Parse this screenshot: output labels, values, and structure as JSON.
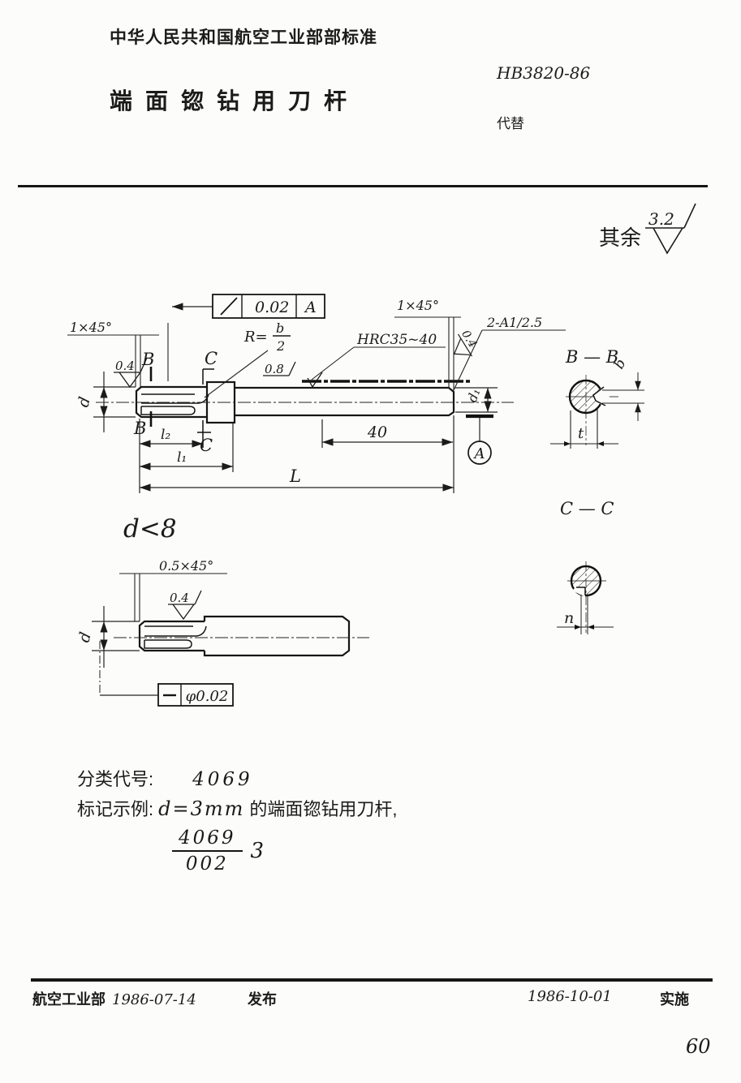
{
  "header": {
    "standard_name": "中华人民共和国航空工业部部标准",
    "standard_number": "HB3820-86",
    "title": "端面锪钻用刀杆",
    "replaces_label": "代替"
  },
  "surface_note": {
    "prefix": "其余",
    "value": "3.2"
  },
  "drawing": {
    "tolerance_frame_top": {
      "symbol": "/",
      "value": "0.02",
      "datum": "A"
    },
    "labels": {
      "chamfer_left": "1×45°",
      "roughness_left": "0.4",
      "section_b": "B",
      "section_c": "C",
      "radius_prefix": "R=",
      "radius_num": "b",
      "radius_den": "2",
      "roughness_shank": "0.8",
      "hardness": "HRC35~40",
      "chamfer_right": "1×45°",
      "roughness_right": "0.4",
      "center_holes": "2-A1/2.5",
      "dim_d": "d",
      "dim_d1": "d₁",
      "dim_l2": "l₂",
      "dim_l1": "l₁",
      "dim_40": "40",
      "dim_L": "L",
      "datum": "A"
    },
    "section_bb": {
      "title": "B — B",
      "dim_b": "b",
      "dim_t": "t"
    },
    "section_cc": {
      "title": "C — C",
      "dim_n": "n"
    },
    "variant": {
      "condition": "d<8",
      "chamfer": "0.5×45°",
      "roughness": "0.4",
      "dim_d": "d",
      "frame_symbol": "—",
      "frame_value": "φ0.02"
    }
  },
  "classification": {
    "label": "分类代号:",
    "code": "4069"
  },
  "marking": {
    "label": "标记示例:",
    "formula": "d=3mm",
    "text": "的端面锪钻用刀杆,",
    "fraction_num": "4069",
    "fraction_den": "002",
    "size": "3"
  },
  "footer": {
    "issuer": "航空工业部",
    "issue_date": "1986-07-14",
    "issue_label": "发布",
    "impl_date": "1986-10-01",
    "impl_label": "实施",
    "page": "60"
  }
}
